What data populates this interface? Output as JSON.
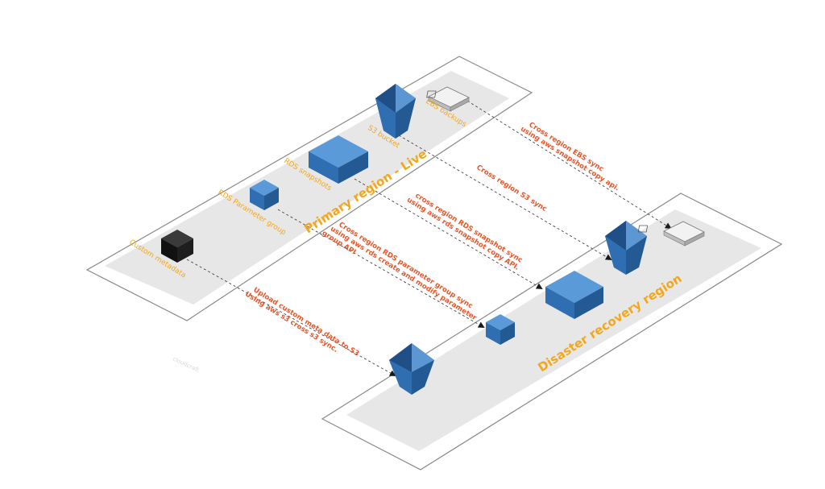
{
  "regions": {
    "primary": "Primary region - Live",
    "dr": "Disaster recovery region"
  },
  "components": {
    "custom_metadata": "Custom metadata",
    "rds_parameter_group": "RDS Parameter group",
    "rds_snapshots": "RDS snapshots",
    "s3_bucket": "S3 bucket",
    "ebs_backups": "EBS backups"
  },
  "sync": {
    "ebs": [
      "Cross region EBS sync",
      "using aws snapshot copy api."
    ],
    "s3": [
      "Cross region S3 sync"
    ],
    "rds_snapshot": [
      "cross region RDS snapshot sync",
      "using aws rds snapshot copy API."
    ],
    "rds_param": [
      "Cross region RDS parameter group sync",
      "using aws rds create and modify parameter",
      "group API"
    ],
    "metadata": [
      "Upload custom meta data to S3",
      "Using aws s3 cross s3 sync."
    ]
  },
  "watermark": "cloudcraft",
  "colors": {
    "accent_orange": "#f2a71c",
    "sync_red": "#e8572a",
    "block_blue": "#3c7ec4"
  }
}
